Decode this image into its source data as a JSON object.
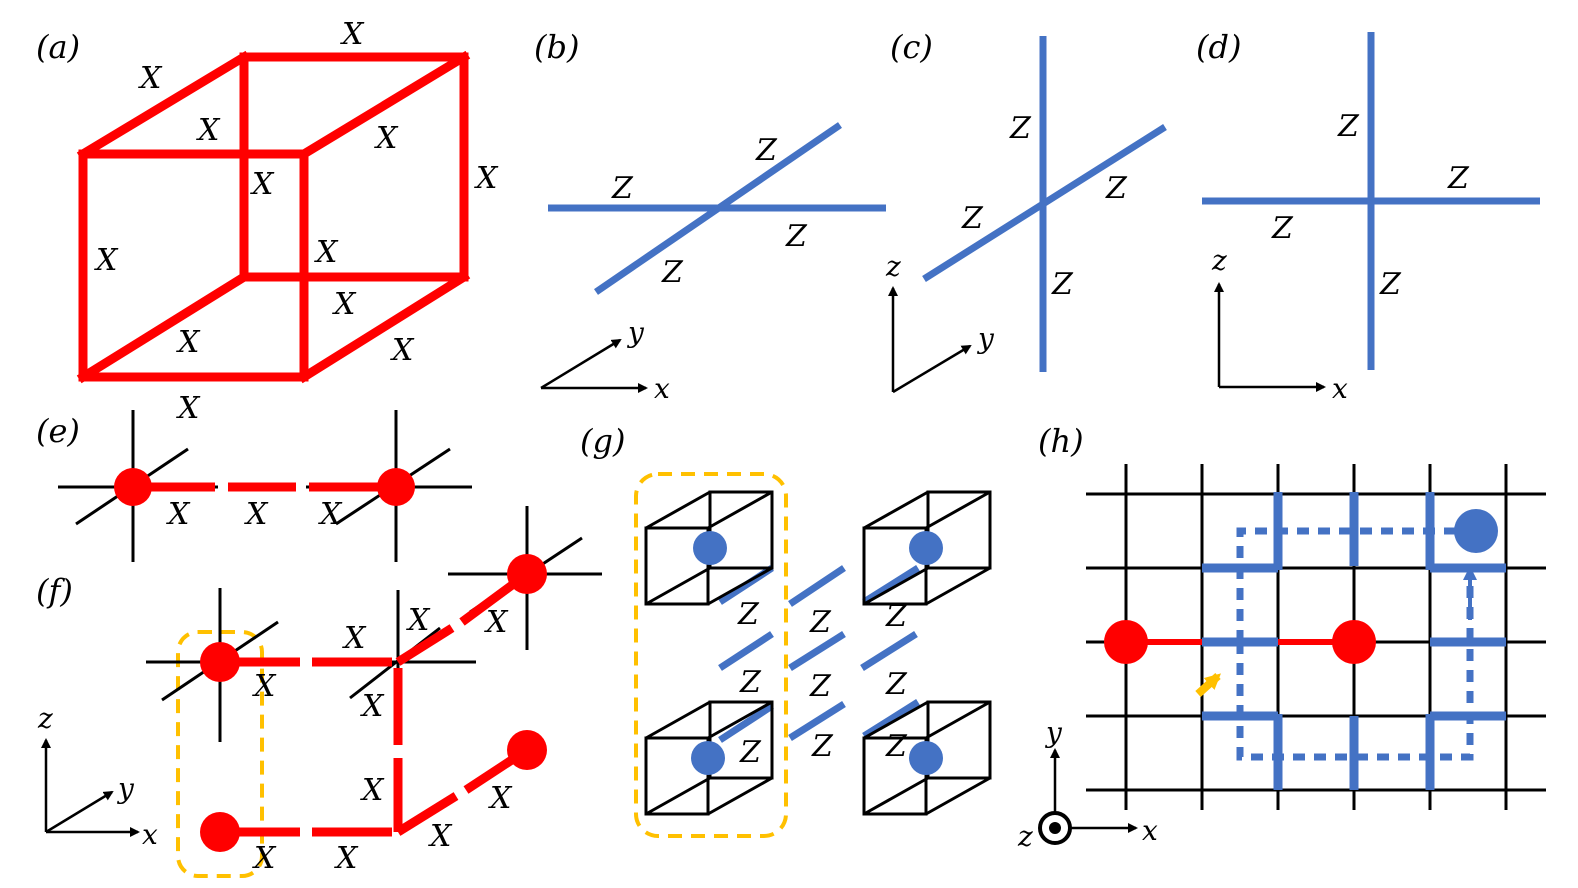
{
  "panels": {
    "a": "(a)",
    "b": "(b)",
    "c": "(c)",
    "d": "(d)",
    "e": "(e)",
    "f": "(f)",
    "g": "(g)",
    "h": "(h)"
  },
  "ops": {
    "x": "X",
    "z": "Z"
  },
  "axes": {
    "x": "x",
    "y": "y",
    "z": "z"
  },
  "colors": {
    "red": "#ff0000",
    "blue": "#4472c4",
    "black": "#000000",
    "gold": "#ffc000"
  }
}
